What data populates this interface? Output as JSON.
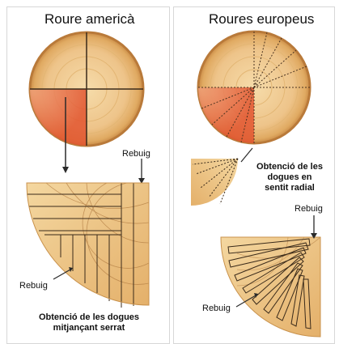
{
  "panels": {
    "left": {
      "title": "Roure americà",
      "reject_top": "Rebuig",
      "reject_bottom": "Rebuig",
      "caption_line1": "Obtenció de les dogues",
      "caption_line2": "mitjançant serrat"
    },
    "right": {
      "title": "Roures europeus",
      "caption_line1": "Obtenció de les",
      "caption_line2": "dogues en",
      "caption_line3": "sentit radial",
      "reject_top": "Rebuig",
      "reject_bottom": "Rebuig"
    }
  },
  "colors": {
    "wood_light": "#efc98d",
    "wood_mid": "#e6b36d",
    "wood_dark": "#d49a52",
    "bark": "#b97a3a",
    "heart_red": "#e65c33",
    "line": "#3a2a1a"
  }
}
